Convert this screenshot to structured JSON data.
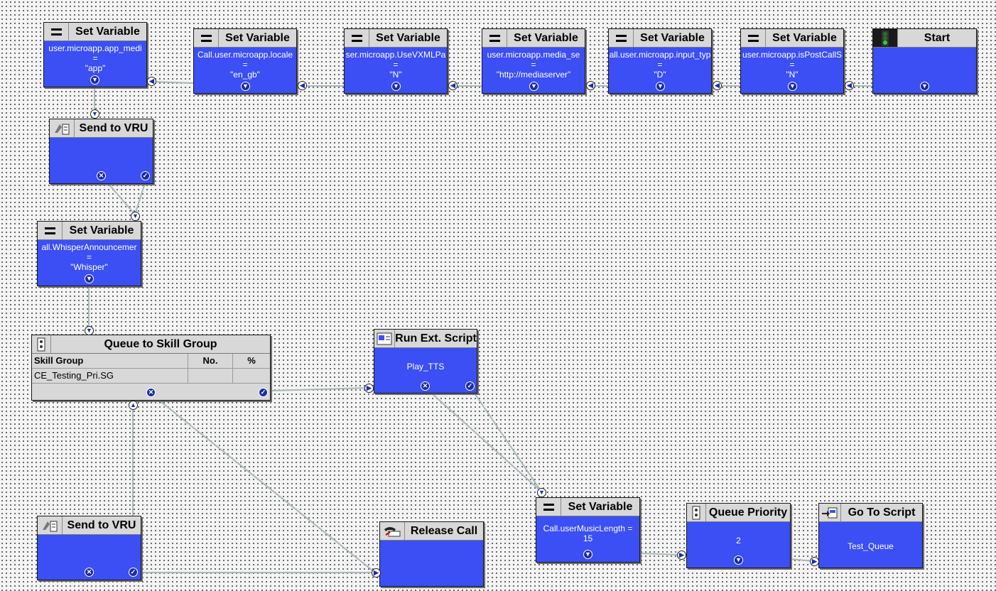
{
  "nodes": {
    "start": {
      "title": "Start"
    },
    "sv_postcall": {
      "title": "Set Variable",
      "variable": "user.microapp.isPostCallS",
      "operator": "=",
      "value": "\"N\""
    },
    "sv_input": {
      "title": "Set Variable",
      "variable": "all.user.microapp.input_typ",
      "operator": "=",
      "value": "\"D\""
    },
    "sv_media": {
      "title": "Set Variable",
      "variable": "user.microapp.media_se",
      "operator": "=",
      "value": "\"http://mediaserver\""
    },
    "sv_vxml": {
      "title": "Set Variable",
      "variable": "ser.microapp.UseVXMLPa",
      "operator": "=",
      "value": "\"N\""
    },
    "sv_locale": {
      "title": "Set Variable",
      "variable": "Call.user.microapp.locale",
      "operator": "=",
      "value": "\"en_gb\""
    },
    "sv_app": {
      "title": "Set Variable",
      "variable": "user.microapp.app_medi",
      "operator": "=",
      "value": "\"app\""
    },
    "vru1": {
      "title": "Send to VRU"
    },
    "sv_whisper": {
      "title": "Set Variable",
      "variable": "all.WhisperAnnouncemer",
      "operator": "=",
      "value": "\"Whisper\""
    },
    "qsg": {
      "title": "Queue to Skill Group",
      "col_skill": "Skill Group",
      "col_no": "No.",
      "col_pct": "%",
      "row_skill": "CE_Testing_Pri.SG",
      "row_no": "",
      "row_pct": ""
    },
    "runext": {
      "title": "Run Ext. Script",
      "value": "Play_TTS"
    },
    "vru2": {
      "title": "Send to VRU"
    },
    "release": {
      "title": "Release Call"
    },
    "sv_music": {
      "title": "Set Variable",
      "variable": "Call.userMusicLength =",
      "value": "15"
    },
    "qprio": {
      "title": "Queue Priority",
      "value": "2"
    },
    "goto": {
      "title": "Go To Script",
      "value": "Test_Queue"
    }
  }
}
